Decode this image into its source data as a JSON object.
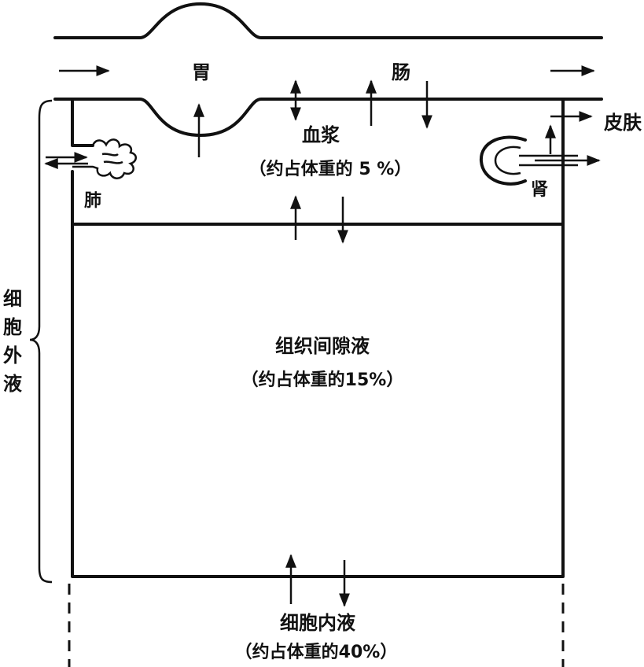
{
  "organs": {
    "stomach": "胃",
    "intestine": "肠",
    "lung": "肺",
    "kidney": "肾",
    "skin": "皮肤"
  },
  "compartments": {
    "plasma": {
      "name": "血浆",
      "share": "（约占体重的 5 %）"
    },
    "interstitial": {
      "name": "组织间隙液",
      "share": "（约占体重的15%）"
    },
    "intracellular": {
      "name": "细胞内液",
      "share": "（约占体重的40%）"
    }
  },
  "brace_label": [
    "细",
    "胞",
    "外",
    "液"
  ]
}
